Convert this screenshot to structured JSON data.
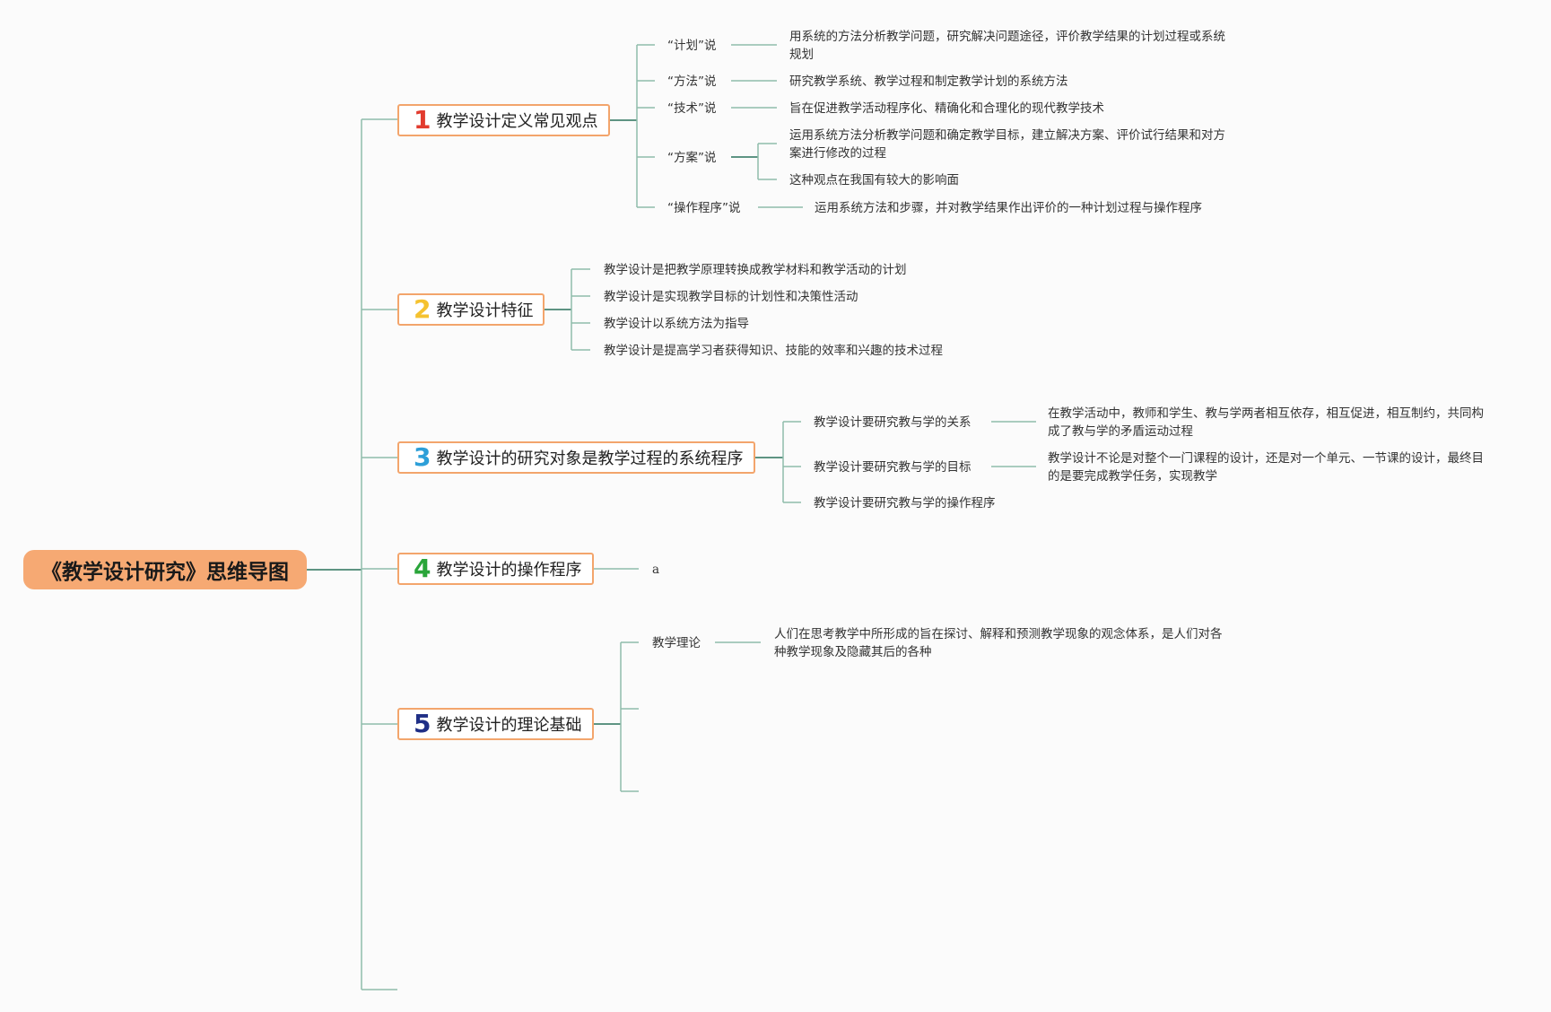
{
  "root": {
    "title": "《教学设计研究》思维导图"
  },
  "branches": [
    {
      "num": "1",
      "num_color": "#e23b2e",
      "label": "教学设计定义常见观点",
      "children": [
        {
          "label": "“计划”说",
          "details": [
            "用系统的方法分析教学问题，研究解决问题途径，评价教学结果的计划过程或系统规划"
          ]
        },
        {
          "label": "“方法”说",
          "details": [
            "研究教学系统、教学过程和制定教学计划的系统方法"
          ]
        },
        {
          "label": "“技术”说",
          "details": [
            "旨在促进教学活动程序化、精确化和合理化的现代教学技术"
          ]
        },
        {
          "label": "“方案”说",
          "details": [
            "运用系统方法分析教学问题和确定教学目标，建立解决方案、评价试行结果和对方案进行修改的过程",
            "这种观点在我国有较大的影响面"
          ]
        },
        {
          "label": "“操作程序”说",
          "details": [
            "运用系统方法和步骤，并对教学结果作出评价的一种计划过程与操作程序"
          ]
        }
      ]
    },
    {
      "num": "2",
      "num_color": "#f5c230",
      "label": "教学设计特征",
      "children": [
        {
          "label": "教学设计是把教学原理转换成教学材料和教学活动的计划"
        },
        {
          "label": "教学设计是实现教学目标的计划性和决策性活动"
        },
        {
          "label": "教学设计以系统方法为指导"
        },
        {
          "label": "教学设计是提高学习者获得知识、技能的效率和兴趣的技术过程"
        }
      ]
    },
    {
      "num": "3",
      "num_color": "#2d9fd8",
      "label": "教学设计的研究对象是教学过程的系统程序",
      "children": [
        {
          "label": "教学设计要研究教与学的关系",
          "details": [
            "在教学活动中，教师和学生、教与学两者相互依存，相互促进，相互制约，共同构成了教与学的矛盾运动过程"
          ]
        },
        {
          "label": "教学设计要研究教与学的目标",
          "details": [
            "教学设计不论是对整个一门课程的设计，还是对一个单元、一节课的设计，最终目的是要完成教学任务，实现教学"
          ]
        },
        {
          "label": "教学设计要研究教与学的操作程序"
        }
      ]
    },
    {
      "num": "4",
      "num_color": "#2aa53a",
      "label": "教学设计的操作程序",
      "children": [
        {
          "label": "a"
        }
      ]
    },
    {
      "num": "5",
      "num_color": "#1f2f86",
      "label": "教学设计的理论基础",
      "children": [
        {
          "label": "教学理论",
          "details": [
            "人们在思考教学中所形成的旨在探讨、解释和预测教学现象的观念体系，是人们对各种教学现象及隐藏其后的各种"
          ]
        }
      ]
    }
  ],
  "colors": {
    "line": "#8fbcab",
    "branch_border": "#f3a56c",
    "root_fill": "#f6a973"
  }
}
